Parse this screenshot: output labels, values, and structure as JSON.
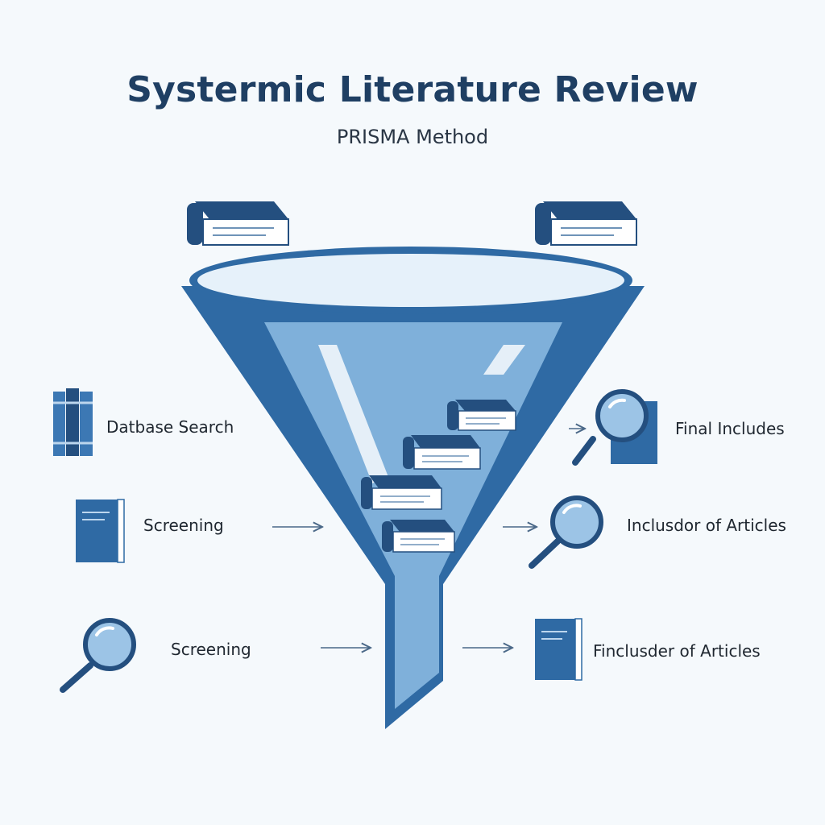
{
  "title": "Systermic Literature Review",
  "subtitle": "PRISMA Method",
  "colors": {
    "funnel_dark": "#2f6aa4",
    "funnel_light": "#7fb0da",
    "book_cover": "#244f7f",
    "page_white": "#ffffff",
    "background": "#f5f9fc"
  },
  "left_steps": [
    {
      "label": "Datbase Search",
      "icon": "books-stack-icon"
    },
    {
      "label": "Screening",
      "icon": "document-icon"
    },
    {
      "label": "Screening",
      "icon": "magnifier-icon"
    }
  ],
  "right_steps": [
    {
      "label": "Final Includes",
      "icon": "magnifier-book-icon"
    },
    {
      "label": "Inclusdor of Articles",
      "icon": "magnifier-icon"
    },
    {
      "label": "Finclusder of Articles",
      "icon": "document-icon"
    }
  ]
}
